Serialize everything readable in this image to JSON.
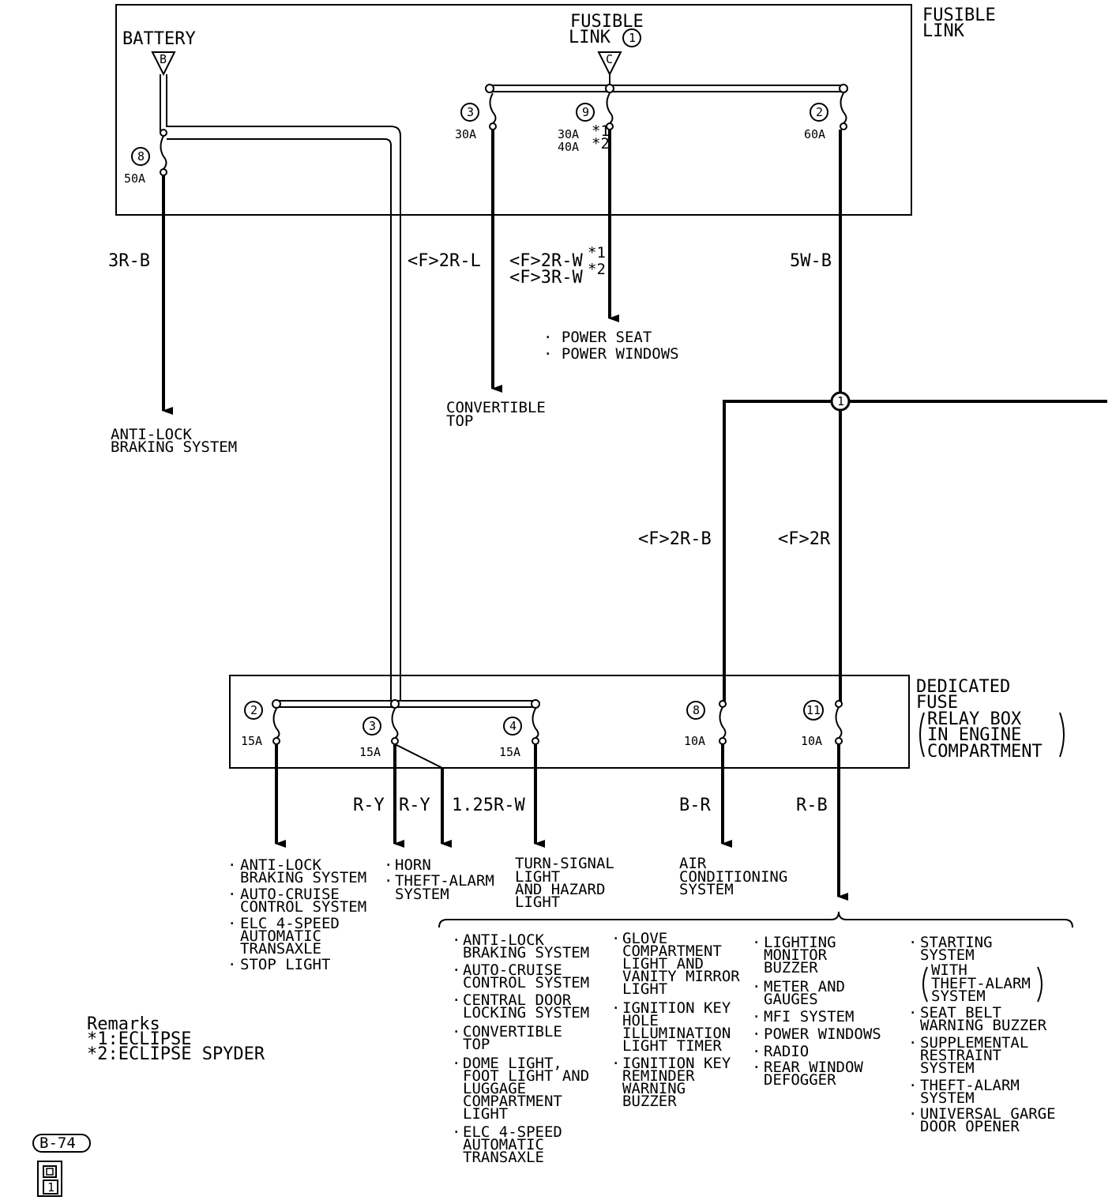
{
  "top_box": {
    "title_line1": "FUSIBLE",
    "title_line2": "LINK",
    "battery_label": "BATTERY",
    "battery_terminal": "B",
    "fusible_link_line1": "FUSIBLE",
    "fusible_link_line2": "LINK",
    "fusible_link_num": "1",
    "fusible_link_terminal": "C",
    "fuses": [
      {
        "num": "8",
        "rating": "50A"
      },
      {
        "num": "3",
        "rating": "30A"
      },
      {
        "num": "9",
        "rating_1": "30A",
        "mark_1": "*1",
        "rating_2": "40A",
        "mark_2": "*2"
      },
      {
        "num": "2",
        "rating": "60A"
      }
    ]
  },
  "wires": {
    "w1": "3R-B",
    "w2": "<F>2R-L",
    "w3_1": "<F>2R-W",
    "w3_1_mark": "*1",
    "w3_2": "<F>3R-W",
    "w3_2_mark": "*2",
    "w4": "5W-B",
    "w5": "<F>2R-B",
    "w6": "<F>2R",
    "o1": "R-Y",
    "o2": "R-Y",
    "o3": "1.25R-W",
    "o4": "B-R",
    "o5": "R-B"
  },
  "destinations": {
    "abs_top_1": "ANTI-LOCK",
    "abs_top_2": "BRAKING SYSTEM",
    "conv_1": "CONVERTIBLE",
    "conv_2": "TOP",
    "power_seat": "POWER SEAT",
    "power_windows": "POWER WINDOWS",
    "junction": "1"
  },
  "fuse_box": {
    "title_1": "DEDICATED",
    "title_2": "FUSE",
    "title_3": "RELAY BOX",
    "title_4": "IN ENGINE",
    "title_5": "COMPARTMENT",
    "fuses": [
      {
        "num": "2",
        "rating": "15A"
      },
      {
        "num": "3",
        "rating": "15A"
      },
      {
        "num": "4",
        "rating": "15A"
      },
      {
        "num": "8",
        "rating": "10A"
      },
      {
        "num": "11",
        "rating": "10A"
      }
    ]
  },
  "outputs": {
    "f2": [
      "ANTI-LOCK",
      "BRAKING SYSTEM",
      "AUTO-CRUISE",
      "CONTROL SYSTEM",
      "ELC 4-SPEED",
      "AUTOMATIC",
      "TRANSAXLE",
      "STOP LIGHT"
    ],
    "f3": [
      "HORN",
      "THEFT-ALARM",
      "SYSTEM"
    ],
    "f4": [
      "TURN-SIGNAL",
      "LIGHT",
      "AND HAZARD",
      "LIGHT"
    ],
    "f8": [
      "AIR",
      "CONDITIONING",
      "SYSTEM"
    ],
    "f11_col1": [
      "ANTI-LOCK",
      "BRAKING SYSTEM",
      "AUTO-CRUISE",
      "CONTROL SYSTEM",
      "CENTRAL DOOR",
      "LOCKING SYSTEM",
      "CONVERTIBLE",
      "TOP",
      "DOME LIGHT,",
      "FOOT LIGHT AND",
      "LUGGAGE",
      "COMPARTMENT",
      "LIGHT",
      "ELC 4-SPEED",
      "AUTOMATIC",
      "TRANSAXLE"
    ],
    "f11_col2": [
      "GLOVE",
      "COMPARTMENT",
      "LIGHT AND",
      "VANITY MIRROR",
      "LIGHT",
      "IGNITION KEY",
      "HOLE",
      "ILLUMINATION",
      "LIGHT TIMER",
      "IGNITION KEY",
      "REMINDER",
      "WARNING",
      "BUZZER"
    ],
    "f11_col3": [
      "LIGHTING",
      "MONITOR",
      "BUZZER",
      "METER AND",
      "GAUGES",
      "MFI SYSTEM",
      "POWER WINDOWS",
      "RADIO",
      "REAR WINDOW",
      "DEFOGGER"
    ],
    "f11_col4": [
      "STARTING",
      "SYSTEM",
      "WITH",
      "THEFT-ALARM",
      "SYSTEM",
      "SEAT BELT",
      "WARNING BUZZER",
      "SUPPLEMENTAL",
      "RESTRAINT",
      "SYSTEM",
      "THEFT-ALARM",
      "SYSTEM",
      "UNIVERSAL GARGE",
      "DOOR OPENER"
    ]
  },
  "remarks": {
    "title": "Remarks",
    "r1": "*1:ECLIPSE",
    "r2": "*2:ECLIPSE SPYDER"
  },
  "connector": {
    "id": "B-74",
    "pin": "1"
  }
}
